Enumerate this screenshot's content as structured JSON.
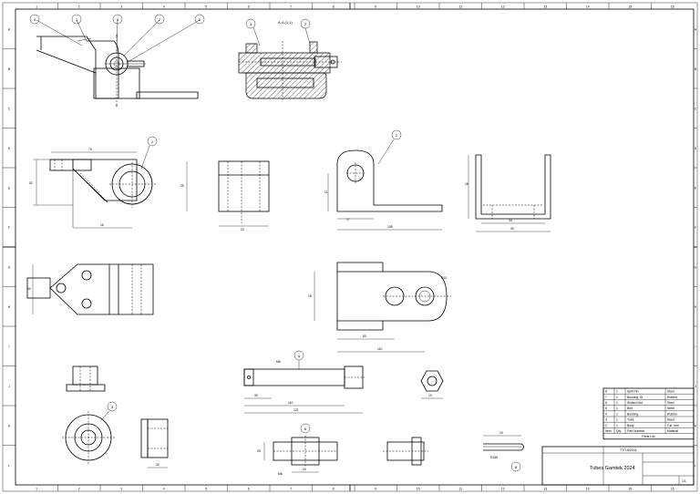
{
  "section_label": "A-A (1:1)",
  "section_mark": "A",
  "balloons": {
    "b1": "1",
    "b2": "2",
    "b3": "3",
    "b4": "4",
    "b5": "5",
    "b6": "6",
    "b7": "7",
    "b0": "0",
    "b8": "8"
  },
  "dims": {
    "d_lever_len": "70",
    "d_lever_h": "52",
    "d_lever_bot": "16",
    "d_blk_w": "20",
    "d_blk_h": "25",
    "d_brk_h": "11",
    "d_brk_w1": "17",
    "d_brk_w2": "105",
    "d_u_w": "34",
    "d_u_w2": "40",
    "d_u_h": "18",
    "d_plate_h": "16",
    "d_plate_w1": "60",
    "d_plate_w2": "110",
    "d_plate_r": "R10",
    "d_tri_w": "40",
    "d_pin_w1": "30",
    "d_pin_w2": "110",
    "d_pin_w3": "121",
    "d_pin_m": "M6",
    "d_nut": "10",
    "d_cap": "20",
    "d_b6_a": "20",
    "d_b6_b": "25",
    "d_b6_c": "M6",
    "d_b8_a": "R185",
    "d_b8_b": "10"
  },
  "parts_list": {
    "header": [
      "Item",
      "Qty",
      "Part Number",
      "Material"
    ],
    "title": "Parts List",
    "rows": [
      [
        "8",
        "1",
        "Split Pin",
        "Steel"
      ],
      [
        "7",
        "1",
        "Bushing 15",
        "Rubber"
      ],
      [
        "6",
        "1",
        "Slotted Nut",
        "Steel"
      ],
      [
        "5",
        "1",
        "Bolt",
        "Steel"
      ],
      [
        "4",
        "1",
        "Bushing",
        "Rubber"
      ],
      [
        "3",
        "1",
        "Tube",
        "Steel"
      ],
      [
        "2",
        "1",
        "Body",
        "Cst. Iron"
      ]
    ]
  },
  "title_block": {
    "drawing_no": "TT/T-8/2024",
    "title": "Tubes Gamtek 2024",
    "sheet": "1/1"
  },
  "border_numbers_top": [
    "1",
    "2",
    "3",
    "4",
    "5",
    "6",
    "7",
    "8",
    "9",
    "10",
    "11",
    "12",
    "13",
    "14",
    "15",
    "16"
  ],
  "border_letters_side": [
    "A",
    "B",
    "C",
    "D",
    "E",
    "F",
    "G",
    "H",
    "I",
    "J",
    "K",
    "L"
  ]
}
